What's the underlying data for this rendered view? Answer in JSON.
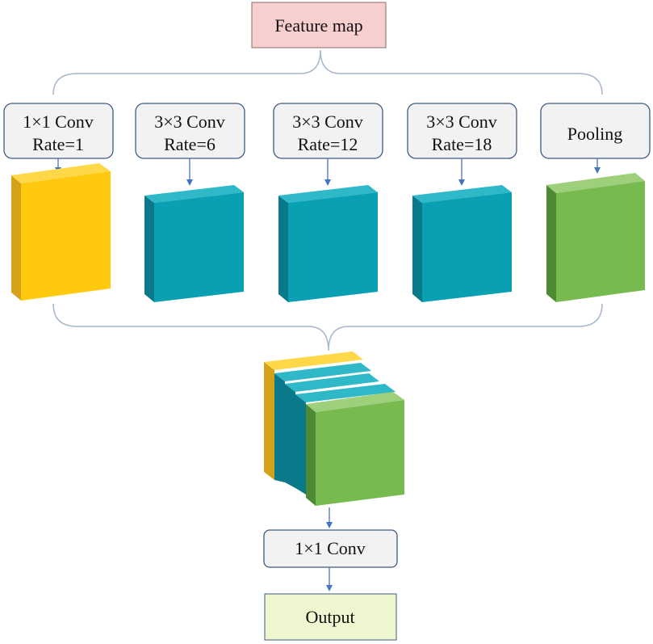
{
  "diagram": {
    "input": {
      "label": "Feature map"
    },
    "branches": [
      {
        "line1": "1×1 Conv",
        "line2": "Rate=1",
        "color": "yellow"
      },
      {
        "line1": "3×3 Conv",
        "line2": "Rate=6",
        "color": "teal"
      },
      {
        "line1": "3×3 Conv",
        "line2": "Rate=12",
        "color": "teal"
      },
      {
        "line1": "3×3 Conv",
        "line2": "Rate=18",
        "color": "teal"
      },
      {
        "line1": "Pooling",
        "color": "green"
      }
    ],
    "fuse": {
      "label": "1×1 Conv"
    },
    "output": {
      "label": "Output"
    }
  },
  "colors": {
    "input_fill": "#f8cfcf",
    "output_fill": "#eef6cf",
    "node_fill": "#f2f2f2",
    "node_stroke": "#3d5a80",
    "arrow": "#4472c4",
    "brace": "#a6b6cc",
    "yellow": {
      "front": "#ffc90e",
      "top": "#ffd84a",
      "side": "#d4a21a"
    },
    "teal": {
      "front": "#0aa0b4",
      "top": "#2fb8c8",
      "side": "#0a7a8a"
    },
    "green": {
      "front": "#77bb4f",
      "top": "#9ed07c",
      "side": "#4e8a34"
    }
  }
}
